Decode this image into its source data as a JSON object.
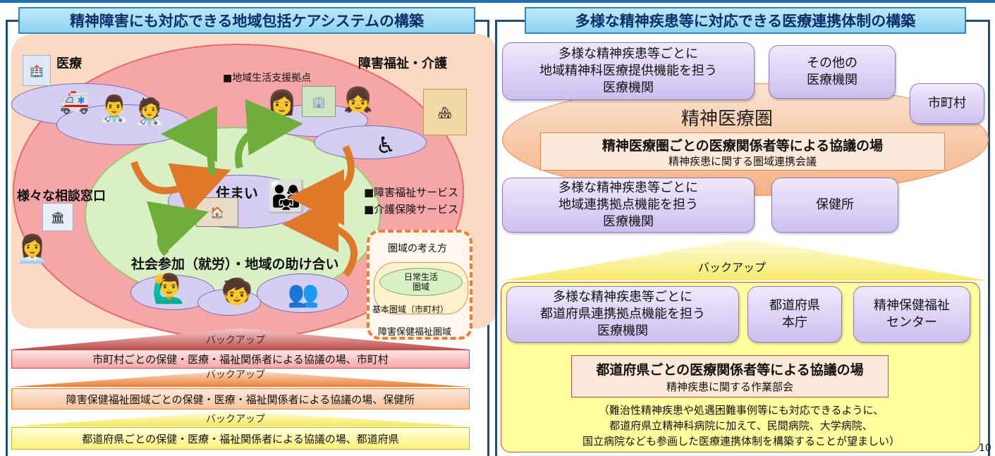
{
  "left": {
    "title": "精神障害にも対応できる地域包括ケアシステムの構築",
    "medical": "医療",
    "welfare": "障害福祉・介護",
    "base": "■地域生活支援拠点",
    "housing": "住まい",
    "consult": "様々な相談窓口",
    "services": [
      "■障害福祉サービス",
      "■介護保険サービス"
    ],
    "participation": "社会参加（就労）・地域の助け合い",
    "area_box": {
      "title": "圏域の考え方",
      "daily": "日常生活\n圏域",
      "basic": "基本圏域（市町村）",
      "disability": "障害保健福祉圏域"
    },
    "backup": "バックアップ",
    "bars": [
      "市町村ごとの保健・医療・福祉関係者による協議の場、市町村",
      "障害保健福祉圏域ごとの保健・医療・福祉関係者による協議の場、保健所",
      "都道府県ごとの保健・医療・福祉関係者による協議の場、都道府県"
    ]
  },
  "right": {
    "title": "多様な精神疾患等に対応できる医療連携体制の構築",
    "box1": "多様な精神疾患等ごとに\n地域精神科医療提供機能を担う\n医療機関",
    "box2": "その他の\n医療機関",
    "box3": "市町村",
    "area_label": "精神医療圏",
    "council_title": "精神医療圏ごとの医療関係者等による協議の場",
    "council_sub": "精神疾患に関する圏域連携会議",
    "box4": "多様な精神疾患等ごとに\n地域連携拠点機能を担う\n医療機関",
    "box5": "保健所",
    "backup": "バックアップ",
    "box6": "多様な精神疾患等ごとに\n都道府県連携拠点機能を担う\n医療機関",
    "box7": "都道府県\n本庁",
    "box8": "精神保健福祉\nセンター",
    "pref_title": "都道府県ごとの医療関係者等による協議の場",
    "pref_sub": "精神疾患に関する作業部会",
    "note": [
      "（難治性精神疾患や処遇困難事例等にも対応できるように、",
      "都道府県立精神科病院に加えて、民間病院、大学病院、",
      "国立病院なども参画した医療連携体制を構築することが望ましい）"
    ]
  },
  "page_number": "10",
  "colors": {
    "header_bg": "#8ed4f1",
    "frame": "#1f4e79",
    "purple": "#cdbff0",
    "orange": "#f4b183",
    "yellow": "#ffff99"
  }
}
